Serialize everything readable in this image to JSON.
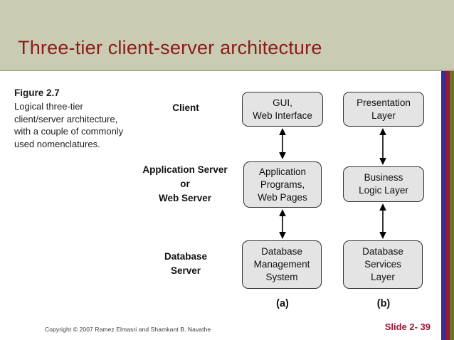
{
  "slide": {
    "title": "Three-tier client-server architecture",
    "footer": {
      "copyright": "Copyright © 2007 Ramez Elmasri and Shamkant B. Navathe",
      "slide_number": "Slide 2- 39"
    },
    "colors": {
      "header_bg": "#c9ccb2",
      "title_text": "#8e1a1a",
      "stripe_blue": "#35318f",
      "stripe_maroon": "#921940",
      "stripe_olive": "#6f7128",
      "box_fill": "#e4e4e4",
      "box_border": "#2e2e2e",
      "slide_number_text": "#9b1535"
    }
  },
  "figure": {
    "caption_title": "Figure 2.7",
    "caption_lines": [
      "Logical three-tier",
      "client/server architecture,",
      "with a couple of commonly",
      "used nomenclatures."
    ]
  },
  "diagram": {
    "row_labels": [
      {
        "text": "Client"
      },
      {
        "text": "Application Server\nor\nWeb Server"
      },
      {
        "text": "Database\nServer"
      }
    ],
    "column_a": {
      "letter": "(a)",
      "boxes": [
        "GUI,\nWeb Interface",
        "Application\nPrograms,\nWeb Pages",
        "Database\nManagement\nSystem"
      ]
    },
    "column_b": {
      "letter": "(b)",
      "boxes": [
        "Presentation\nLayer",
        "Business\nLogic Layer",
        "Database\nServices\nLayer"
      ]
    }
  }
}
